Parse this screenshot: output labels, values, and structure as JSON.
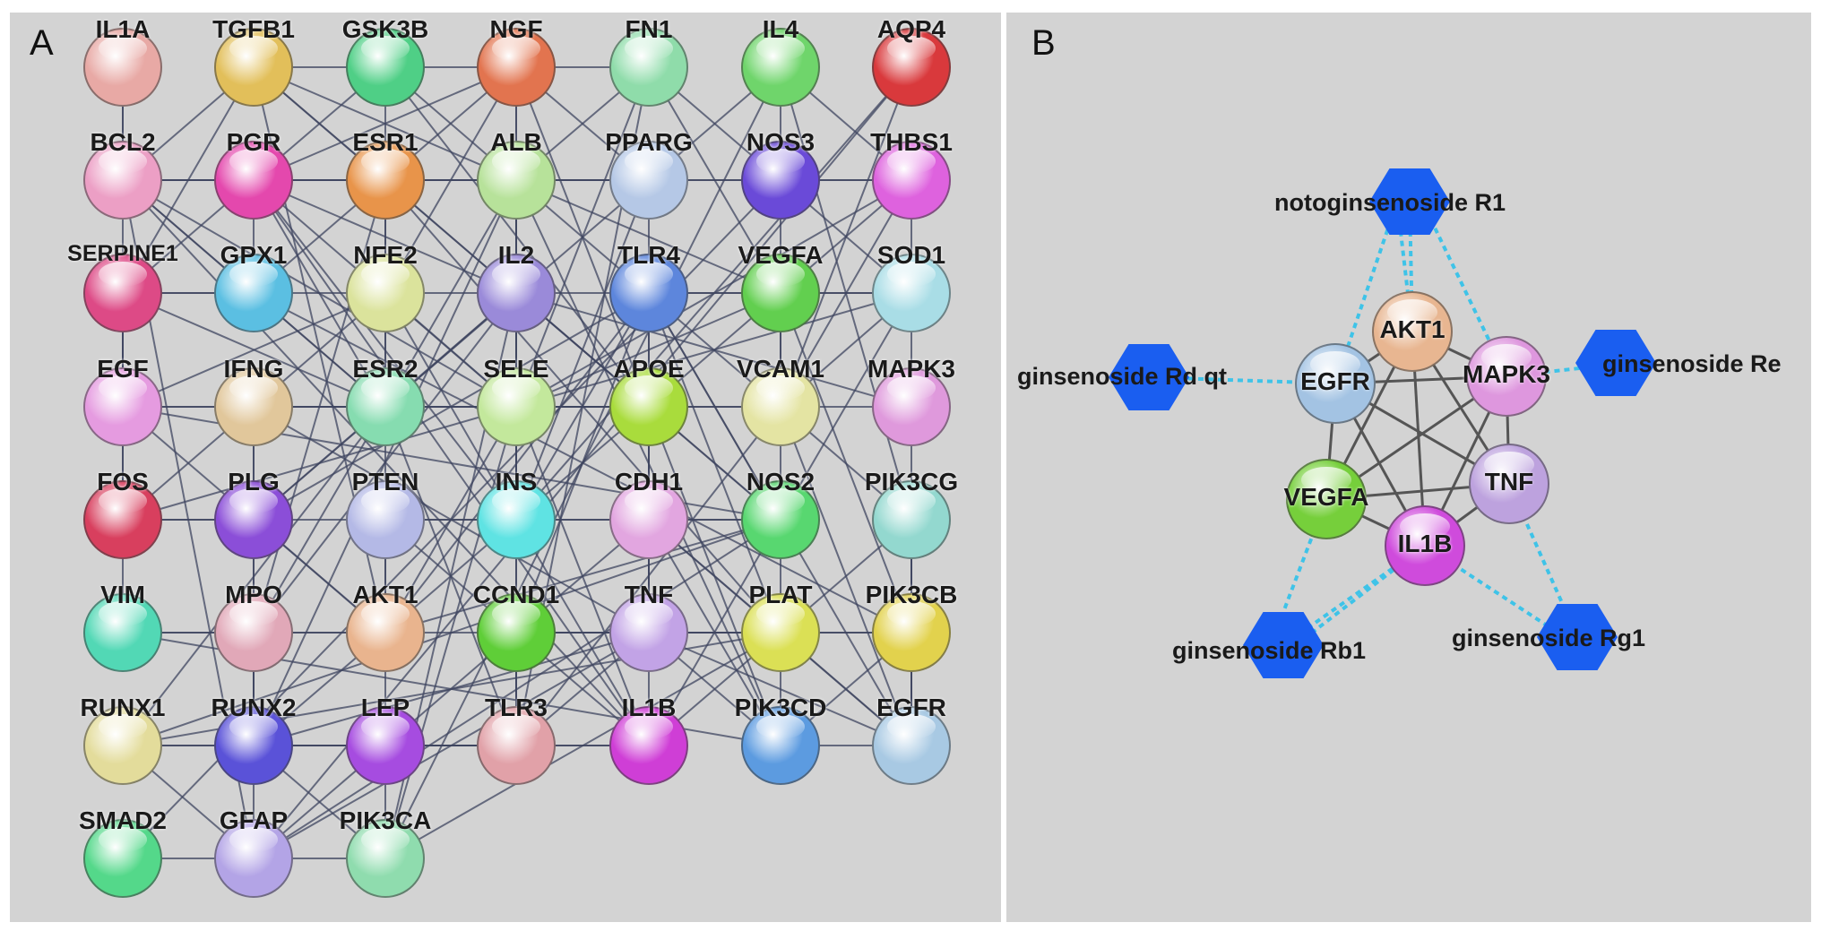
{
  "panel_a": {
    "letter": "A",
    "grid": [
      [
        "IL1A",
        "TGFB1",
        "GSK3B",
        "NGF",
        "FN1",
        "IL4",
        "AQP4"
      ],
      [
        "BCL2",
        "PGR",
        "ESR1",
        "ALB",
        "PPARG",
        "NOS3",
        "THBS1"
      ],
      [
        "SERPINE1",
        "GPX1",
        "NFE2",
        "IL2",
        "TLR4",
        "VEGFA",
        "SOD1"
      ],
      [
        "EGF",
        "IFNG",
        "ESR2",
        "SELE",
        "APOE",
        "VCAM1",
        "MAPK3"
      ],
      [
        "FOS",
        "PLG",
        "PTEN",
        "INS",
        "CDH1",
        "NOS2",
        "PIK3CG"
      ],
      [
        "VIM",
        "MPO",
        "AKT1",
        "CCND1",
        "TNF",
        "PLAT",
        "PIK3CB"
      ],
      [
        "RUNX1",
        "RUNX2",
        "LEP",
        "TLR3",
        "IL1B",
        "PIK3CD",
        "EGFR"
      ],
      [
        "SMAD2",
        "GFAP",
        "PIK3CA"
      ]
    ],
    "colors": [
      [
        "#e8a9a5",
        "#e2bf5a",
        "#4fcf86",
        "#e2744f",
        "#8fdcaa",
        "#6fd56b",
        "#d9393c"
      ],
      [
        "#ec9fc5",
        "#e448ad",
        "#e8944a",
        "#b7e29a",
        "#b5c8e6",
        "#6a4ad8",
        "#de62de"
      ],
      [
        "#dd4a86",
        "#5bbfe2",
        "#dbe39c",
        "#9a8ad9",
        "#5d86dc",
        "#62cf4f",
        "#a9dde6"
      ],
      [
        "#e59be0",
        "#e1c79b",
        "#86dcb0",
        "#c3e89c",
        "#a9dc3c",
        "#e4e4a3",
        "#df99dc"
      ],
      [
        "#d83f5e",
        "#8b4ed8",
        "#b4b9e6",
        "#5fe3e3",
        "#e2a6e0",
        "#58d770",
        "#93d8cf"
      ],
      [
        "#52d8b5",
        "#e1a8b8",
        "#e9b48e",
        "#5fce38",
        "#c2a3e6",
        "#dbe055",
        "#e2d24d"
      ],
      [
        "#e3dc9b",
        "#5a52d8",
        "#a64ce0",
        "#e1a1a8",
        "#cf3ed6",
        "#5c9be0",
        "#a8c9e3"
      ],
      [
        "#54d88a",
        "#b3a4e6",
        "#8fdcae"
      ]
    ]
  },
  "panel_b": {
    "letter": "B",
    "nodes": [
      {
        "name": "AKT1",
        "color": "#e8b691"
      },
      {
        "name": "EGFR",
        "color": "#a3c3e3"
      },
      {
        "name": "MAPK3",
        "color": "#de97de"
      },
      {
        "name": "VEGFA",
        "color": "#76cf3b"
      },
      {
        "name": "TNF",
        "color": "#bda2de"
      },
      {
        "name": "IL1B",
        "color": "#cf4bdc"
      }
    ],
    "compounds": [
      {
        "name": "notoginsenoside R1"
      },
      {
        "name": "ginsenoside Rd qt"
      },
      {
        "name": "ginsenoside Re"
      },
      {
        "name": "ginsenoside Rb1"
      },
      {
        "name": "ginsenoside Rg1"
      }
    ],
    "hex_color": "#1a5ef0",
    "link_color": "#3ec3e8"
  }
}
